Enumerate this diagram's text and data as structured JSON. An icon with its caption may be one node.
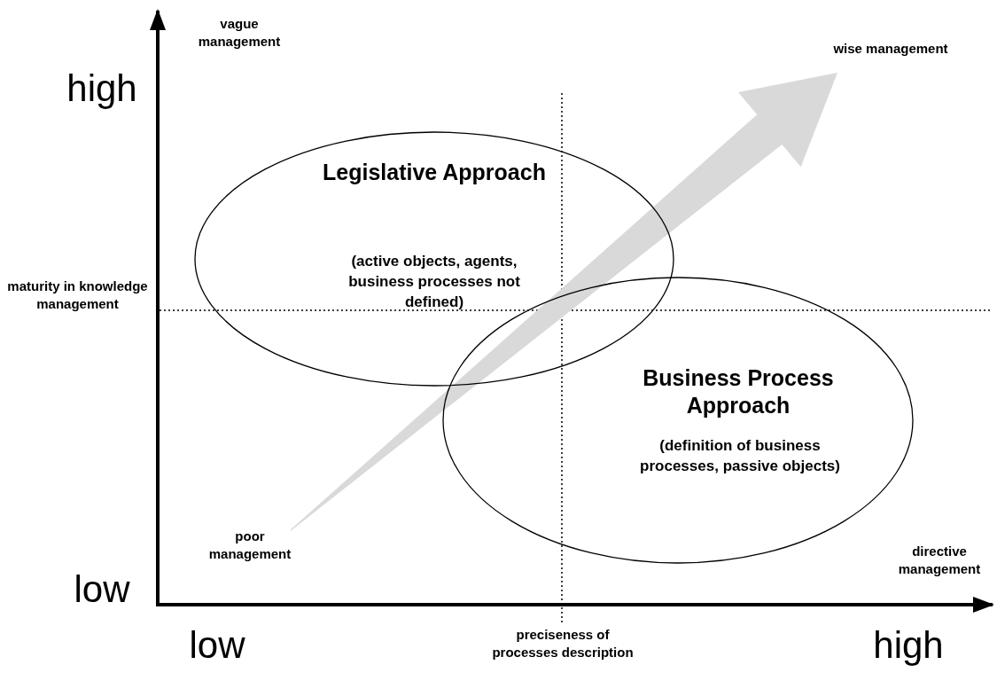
{
  "diagram": {
    "nodes": [
      {
        "text": [
          "Legislative Approach",
          "(active objects, agents, business processes not defined)"
        ]
      },
      {
        "text": [
          "Business Process Approach",
          "(definition of business processes, passive objects)"
        ]
      },
      {
        "text": [
          "poor management"
        ]
      },
      {
        "text": [
          "wise management"
        ]
      }
    ],
    "edges": [
      {
        "from": 2,
        "to": 3,
        "arrow": "to",
        "style": "thick",
        "color": "#d9d9d9"
      }
    ],
    "labels": [
      "vague management",
      "high",
      "maturity in knowledge management",
      "low",
      "directive management",
      "low",
      "preciseness of processes description",
      "high"
    ]
  }
}
